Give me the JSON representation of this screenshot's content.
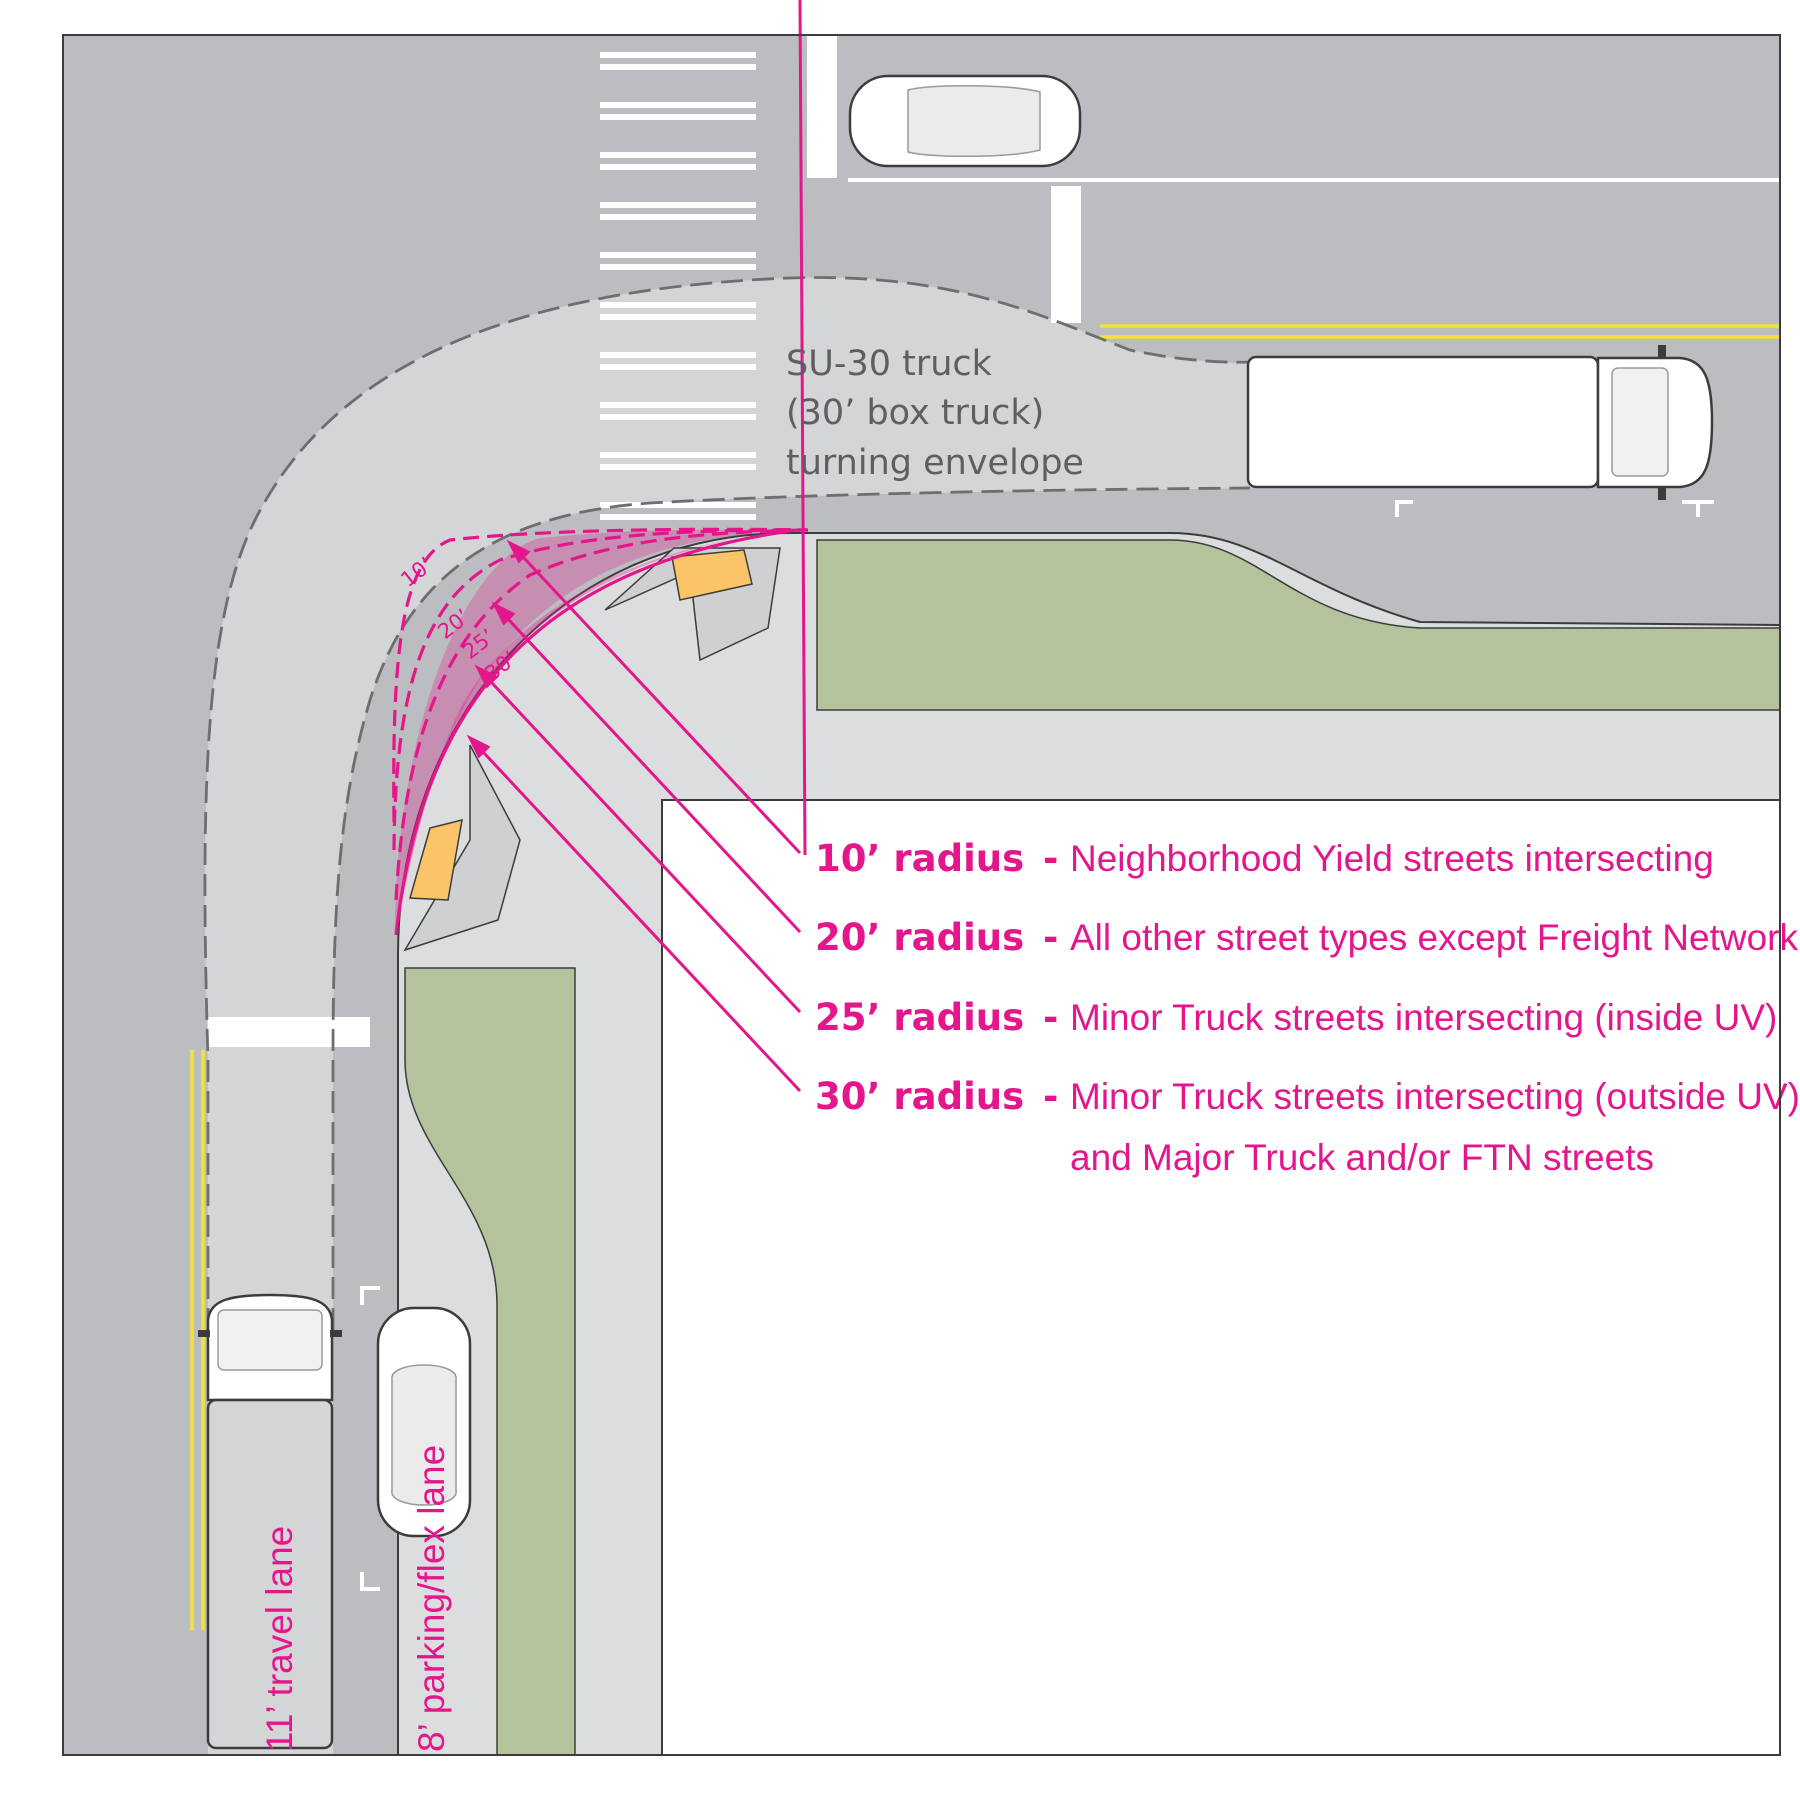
{
  "truck_label": {
    "line1": "SU-30 truck",
    "line2": "(30’ box truck)",
    "line3": "turning envelope"
  },
  "radius_ticks": [
    "10’",
    "20’",
    "25’",
    "30’"
  ],
  "legend": [
    {
      "radius": "10’ radius",
      "dash": "-",
      "desc": "Neighborhood Yield streets intersecting"
    },
    {
      "radius": "20’ radius",
      "dash": "-",
      "desc": "All other street types except Freight Network"
    },
    {
      "radius": "25’ radius",
      "dash": "-",
      "desc": "Minor Truck streets intersecting (inside UV)"
    },
    {
      "radius": "30’ radius",
      "dash": "-",
      "desc": "Minor Truck streets intersecting (outside UV)",
      "desc2": "and Major Truck and/or FTN streets"
    }
  ],
  "lanes": {
    "travel": "11’ travel lane",
    "parking": "8’ parking/flex lane"
  },
  "colors": {
    "road": "#bcbdc0",
    "sidewalk": "#dcdddf",
    "envelope": "#d4d5d7",
    "planting": "#b5c39d",
    "accent": "#e4168b",
    "yellow_line": "#f0e33c",
    "ramp_tactile": "#fcc468",
    "vehicle": "#ffffff"
  }
}
